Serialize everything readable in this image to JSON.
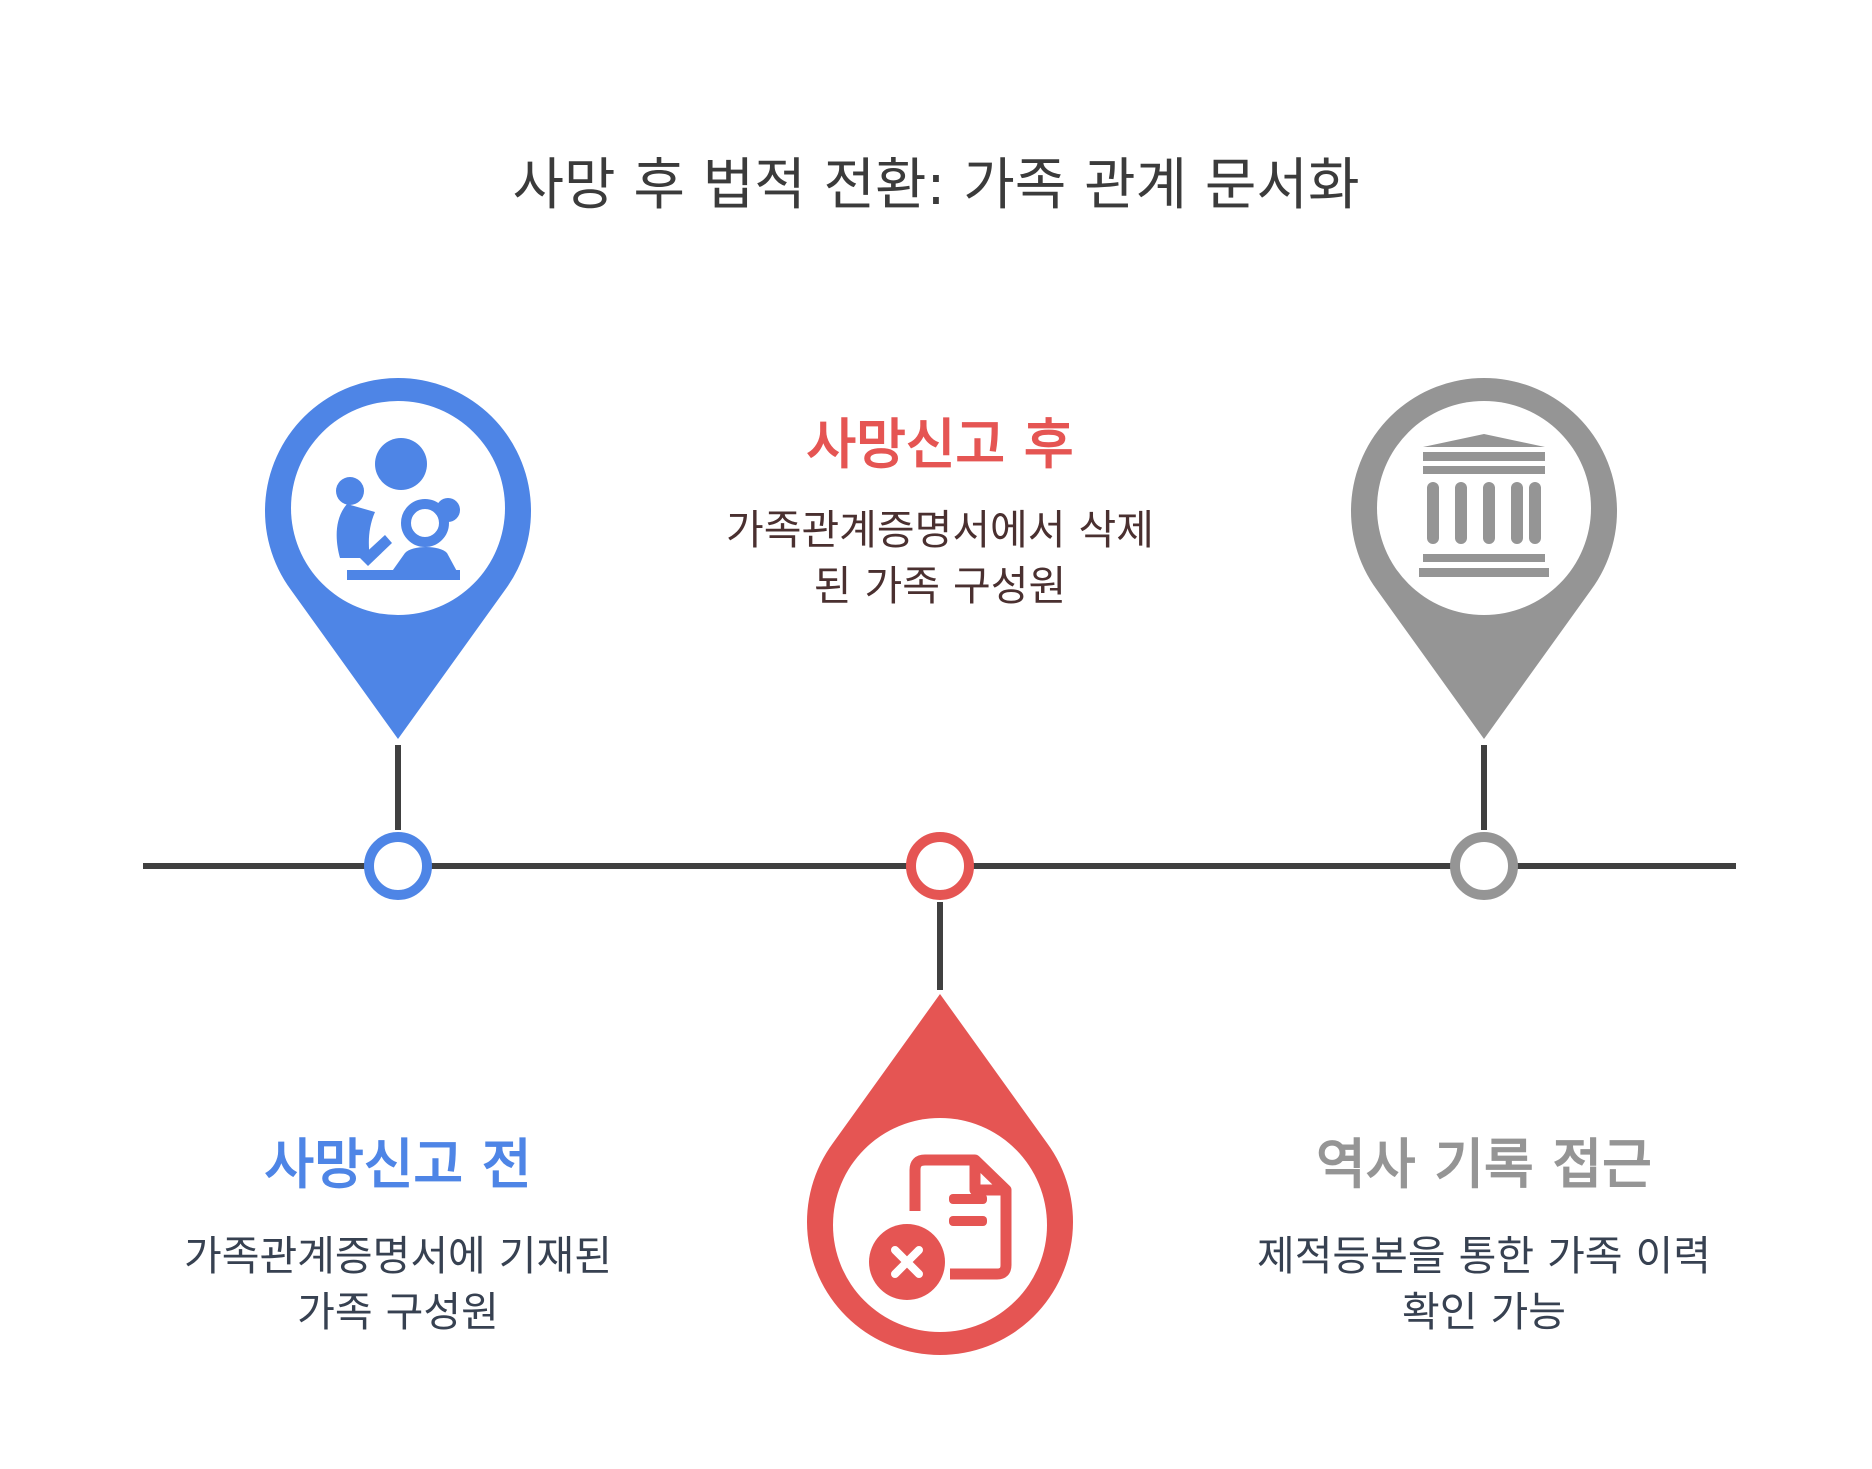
{
  "title": "사망 후 법적 전환: 가족 관계 문서화",
  "colors": {
    "blue": "#4e85e6",
    "red": "#e55553",
    "gray": "#959595",
    "line": "#404040",
    "desc_red": "#4a3030",
    "desc_dark": "#374151"
  },
  "milestones": [
    {
      "heading": "사망신고 전",
      "description_lines": [
        "가족관계증명서에 기재된",
        "가족 구성원"
      ],
      "icon": "family-icon",
      "color": "blue"
    },
    {
      "heading": "사망신고 후",
      "description_lines": [
        "가족관계증명서에서 삭제",
        "된 가족 구성원"
      ],
      "icon": "document-remove-icon",
      "color": "red"
    },
    {
      "heading": "역사 기록 접근",
      "description_lines": [
        "제적등본을 통한 가족 이력",
        "확인 가능"
      ],
      "icon": "institution-icon",
      "color": "gray"
    }
  ]
}
